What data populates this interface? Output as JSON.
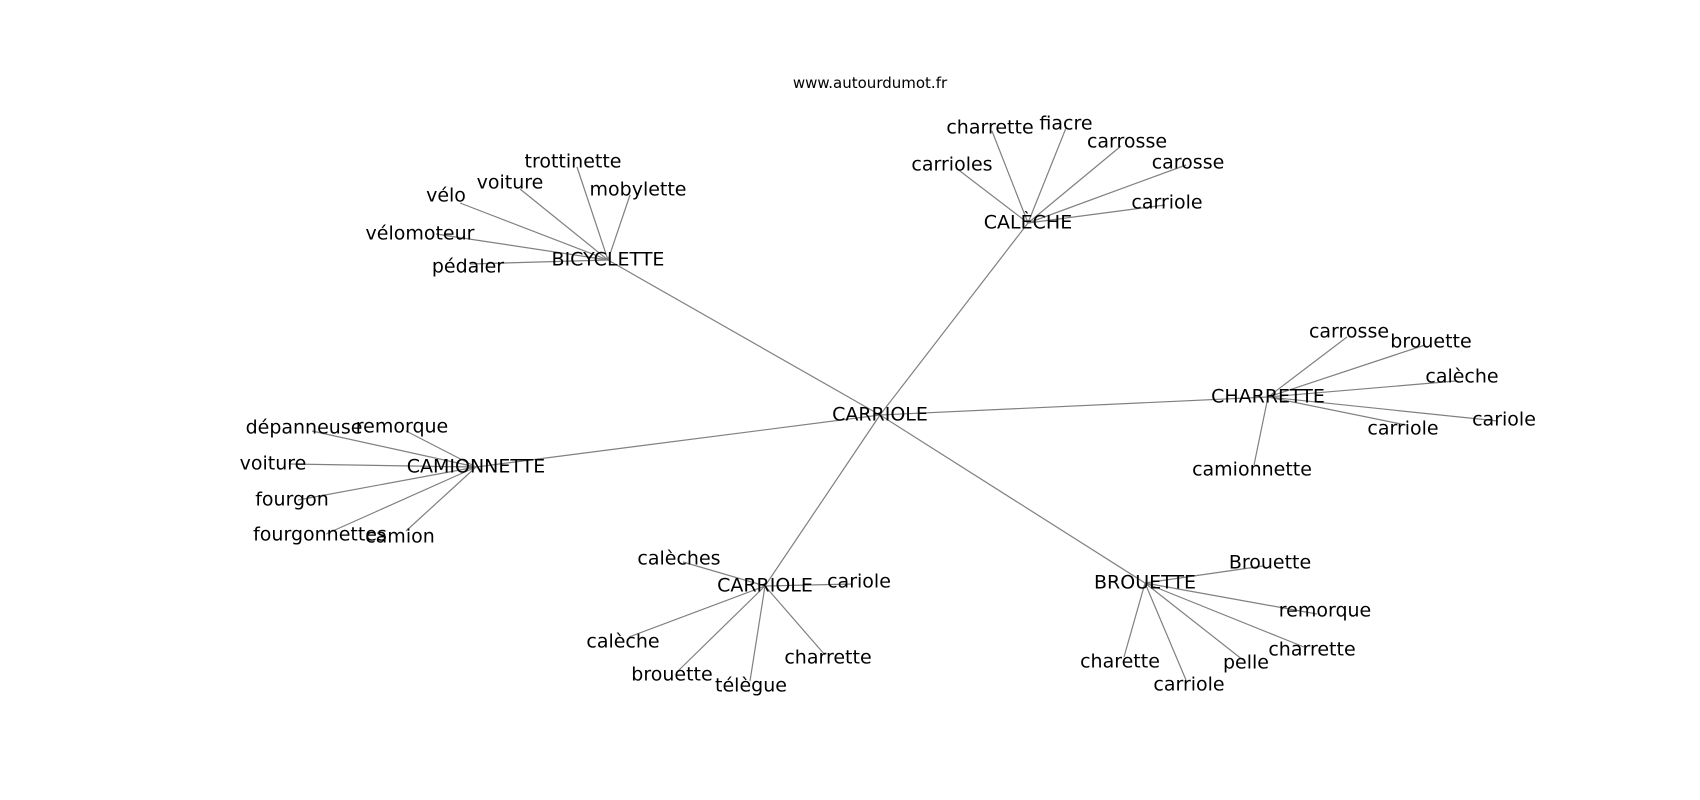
{
  "site_label": "www.autourdumot.fr",
  "colors": {
    "edge": "#808080",
    "text": "#000000",
    "background": "#ffffff"
  },
  "root": {
    "id": "root",
    "label": "CARRIOLE"
  },
  "clusters": [
    {
      "id": "bicyclette",
      "label": "BICYCLETTE",
      "leaves": [
        "trottinette",
        "voiture",
        "vélo",
        "mobylette",
        "vélomoteur",
        "pédaler"
      ]
    },
    {
      "id": "caleche",
      "label": "CALÈCHE",
      "leaves": [
        "charrette",
        "fiacre",
        "carrosse",
        "carrioles",
        "carosse",
        "carriole"
      ]
    },
    {
      "id": "charrette",
      "label": "CHARRETTE",
      "leaves": [
        "carrosse",
        "brouette",
        "calèche",
        "cariole",
        "carriole",
        "camionnette"
      ]
    },
    {
      "id": "camionnette",
      "label": "CAMIONNETTE",
      "leaves": [
        "dépanneuse",
        "remorque",
        "voiture",
        "fourgon",
        "fourgonnettes",
        "camion"
      ]
    },
    {
      "id": "carriole",
      "label": "CARRIOLE",
      "leaves": [
        "calèches",
        "cariole",
        "calèche",
        "brouette",
        "télègue",
        "charrette"
      ]
    },
    {
      "id": "brouette",
      "label": "BROUETTE",
      "leaves": [
        "Brouette",
        "remorque",
        "charrette",
        "pelle",
        "charette",
        "carriole"
      ]
    }
  ]
}
